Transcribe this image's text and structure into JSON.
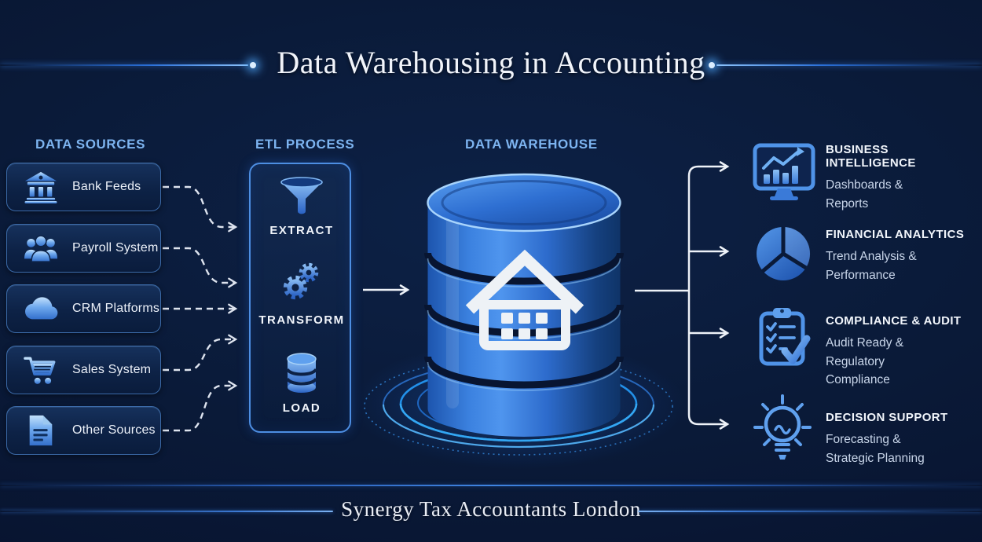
{
  "title": "Data Warehousing in Accounting",
  "footer": "Synergy Tax Accountants London",
  "sources": {
    "header": "DATA SOURCES",
    "items": [
      {
        "label": "Bank Feeds",
        "icon": "bank-icon"
      },
      {
        "label": "Payroll System",
        "icon": "people-icon"
      },
      {
        "label": "CRM Platforms",
        "icon": "cloud-icon"
      },
      {
        "label": "Sales System",
        "icon": "cart-icon"
      },
      {
        "label": "Other Sources",
        "icon": "document-icon"
      }
    ]
  },
  "etl": {
    "header": "ETL PROCESS",
    "steps": [
      {
        "label": "EXTRACT",
        "icon": "funnel-icon"
      },
      {
        "label": "TRANSFORM",
        "icon": "gears-icon"
      },
      {
        "label": "LOAD",
        "icon": "database-icon"
      }
    ]
  },
  "warehouse": {
    "header": "DATA WAREHOUSE",
    "icon": "warehouse-cylinder"
  },
  "outputs": [
    {
      "title": "BUSINESS INTELLIGENCE",
      "line1": "Dashboards &",
      "line2": "Reports",
      "icon": "monitor-chart-icon"
    },
    {
      "title": "FINANCIAL ANALYTICS",
      "line1": "Trend Analysis &",
      "line2": "Performance",
      "icon": "pie-chart-icon"
    },
    {
      "title": "COMPLIANCE & AUDIT",
      "line1": "Audit Ready &",
      "line2": "Regulatory",
      "line3": "Compliance",
      "icon": "clipboard-check-icon"
    },
    {
      "title": "DECISION SUPPORT",
      "line1": "Forecasting &",
      "line2": "Strategic Planning",
      "icon": "lightbulb-icon"
    }
  ],
  "colors": {
    "background": "#0a1a38",
    "accent_blue": "#3f84e0",
    "header_blue": "#7db4f0",
    "card_border": "#3b6aa8",
    "cylinder_blue": "#2e6fd2",
    "text_primary": "#f1f4fa",
    "text_secondary": "#c9d6ea"
  }
}
